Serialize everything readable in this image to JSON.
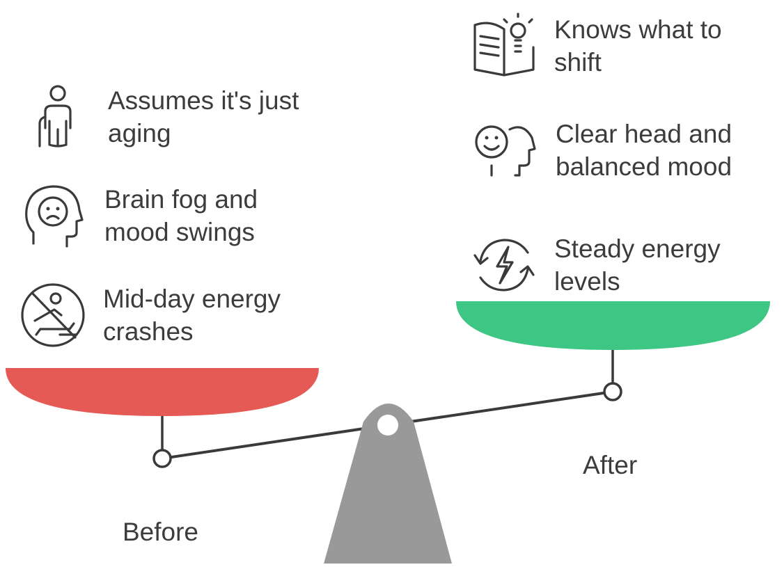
{
  "before": {
    "label": "Before",
    "color": "#e55a54",
    "items": [
      {
        "icon": "elderly-person-icon",
        "line1": "Assumes it's just",
        "line2": "aging"
      },
      {
        "icon": "sad-head-icon",
        "line1": "Brain fog and",
        "line2": "mood swings"
      },
      {
        "icon": "no-energy-icon",
        "line1": "Mid-day energy",
        "line2": "crashes"
      }
    ]
  },
  "after": {
    "label": "After",
    "color": "#3ec684",
    "items": [
      {
        "icon": "book-lightbulb-icon",
        "line1": "Knows what to",
        "line2": "shift"
      },
      {
        "icon": "happy-head-icon",
        "line1": "Clear head and",
        "line2": "balanced mood"
      },
      {
        "icon": "energy-cycle-icon",
        "line1": "Steady energy",
        "line2": "levels"
      }
    ]
  },
  "scale": {
    "fulcrum_color": "#999999",
    "beam_color": "#3a3a3a"
  }
}
